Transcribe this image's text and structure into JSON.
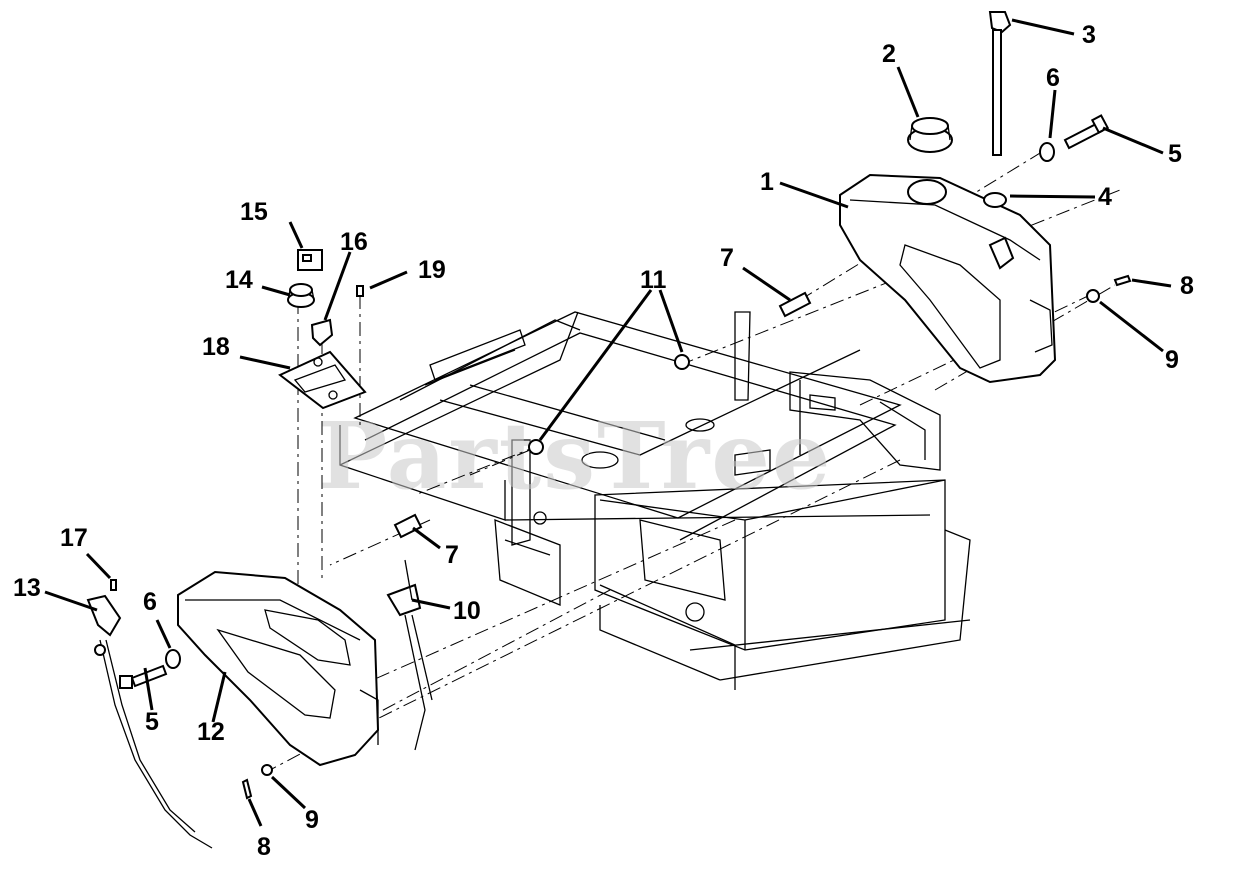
{
  "watermark": "PartsTree",
  "callouts": [
    {
      "id": "c1",
      "text": "1"
    },
    {
      "id": "c2",
      "text": "2"
    },
    {
      "id": "c3",
      "text": "3"
    },
    {
      "id": "c4",
      "text": "4"
    },
    {
      "id": "c5a",
      "text": "5"
    },
    {
      "id": "c5b",
      "text": "5"
    },
    {
      "id": "c6a",
      "text": "6"
    },
    {
      "id": "c6b",
      "text": "6"
    },
    {
      "id": "c7a",
      "text": "7"
    },
    {
      "id": "c7b",
      "text": "7"
    },
    {
      "id": "c8a",
      "text": "8"
    },
    {
      "id": "c8b",
      "text": "8"
    },
    {
      "id": "c9a",
      "text": "9"
    },
    {
      "id": "c9b",
      "text": "9"
    },
    {
      "id": "c10",
      "text": "10"
    },
    {
      "id": "c11",
      "text": "11"
    },
    {
      "id": "c12",
      "text": "12"
    },
    {
      "id": "c13",
      "text": "13"
    },
    {
      "id": "c14",
      "text": "14"
    },
    {
      "id": "c15",
      "text": "15"
    },
    {
      "id": "c16",
      "text": "16"
    },
    {
      "id": "c17",
      "text": "17"
    },
    {
      "id": "c18",
      "text": "18"
    },
    {
      "id": "c19",
      "text": "19"
    }
  ]
}
